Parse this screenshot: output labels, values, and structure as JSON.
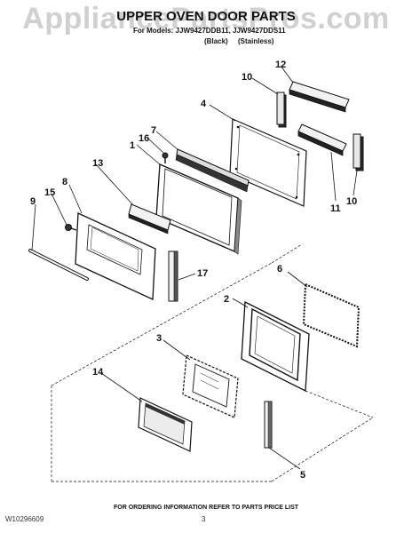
{
  "header": {
    "watermark": "AppliancePartsPros.com",
    "title": "UPPER OVEN DOOR PARTS",
    "models_line": "For Models: JJW9427DDB11, JJW9427DDS11",
    "variants": [
      "(Black)",
      "(Stainless)"
    ]
  },
  "callouts": [
    "12",
    "10",
    "4",
    "7",
    "16",
    "1",
    "13",
    "8",
    "15",
    "9",
    "17",
    "11",
    "10",
    "6",
    "2",
    "3",
    "14",
    "5"
  ],
  "footer": {
    "doc_number": "W10296609",
    "ordering_note": "FOR ORDERING INFORMATION REFER TO PARTS PRICE LIST",
    "page": "3"
  }
}
